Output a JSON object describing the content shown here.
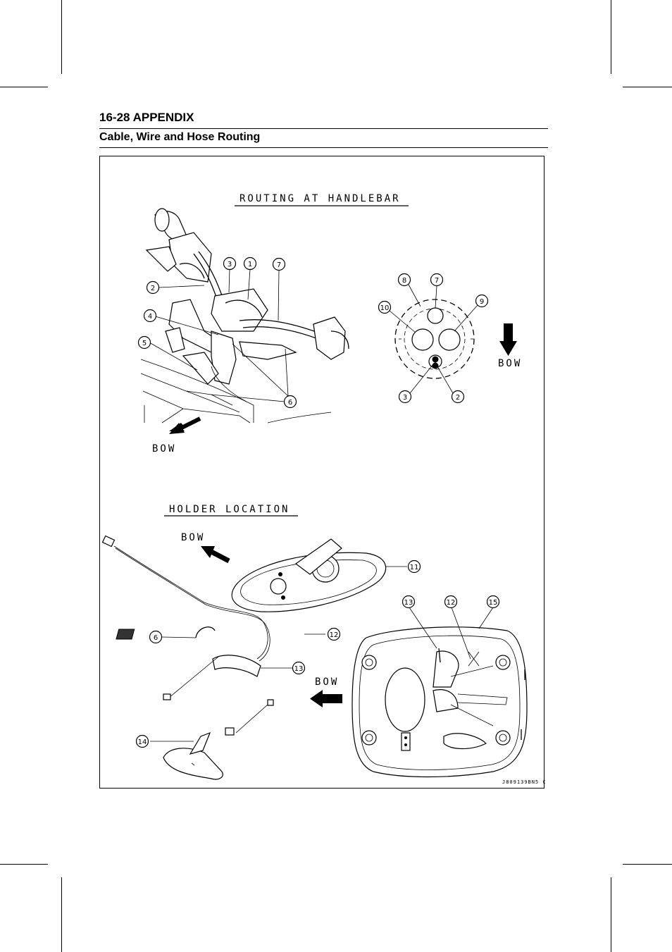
{
  "header": {
    "title": "16-28 APPENDIX",
    "subtitle": "Cable, Wire and Hose Routing"
  },
  "figure": {
    "routing_title": "ROUTING AT HANDLEBAR",
    "holder_title": "HOLDER LOCATION",
    "bow": "BOW",
    "code": "J809139BN5 C",
    "callouts": {
      "c1": "1",
      "c2": "2",
      "c3": "3",
      "c4": "4",
      "c5": "5",
      "c6": "6",
      "c7": "7",
      "d8": "8",
      "d7": "7",
      "d10": "10",
      "d9": "9",
      "d3": "3",
      "d2": "2",
      "h11": "11",
      "h6": "6",
      "h12": "12",
      "h13": "13",
      "h14": "14",
      "b13": "13",
      "b12": "12",
      "b15": "15"
    }
  }
}
